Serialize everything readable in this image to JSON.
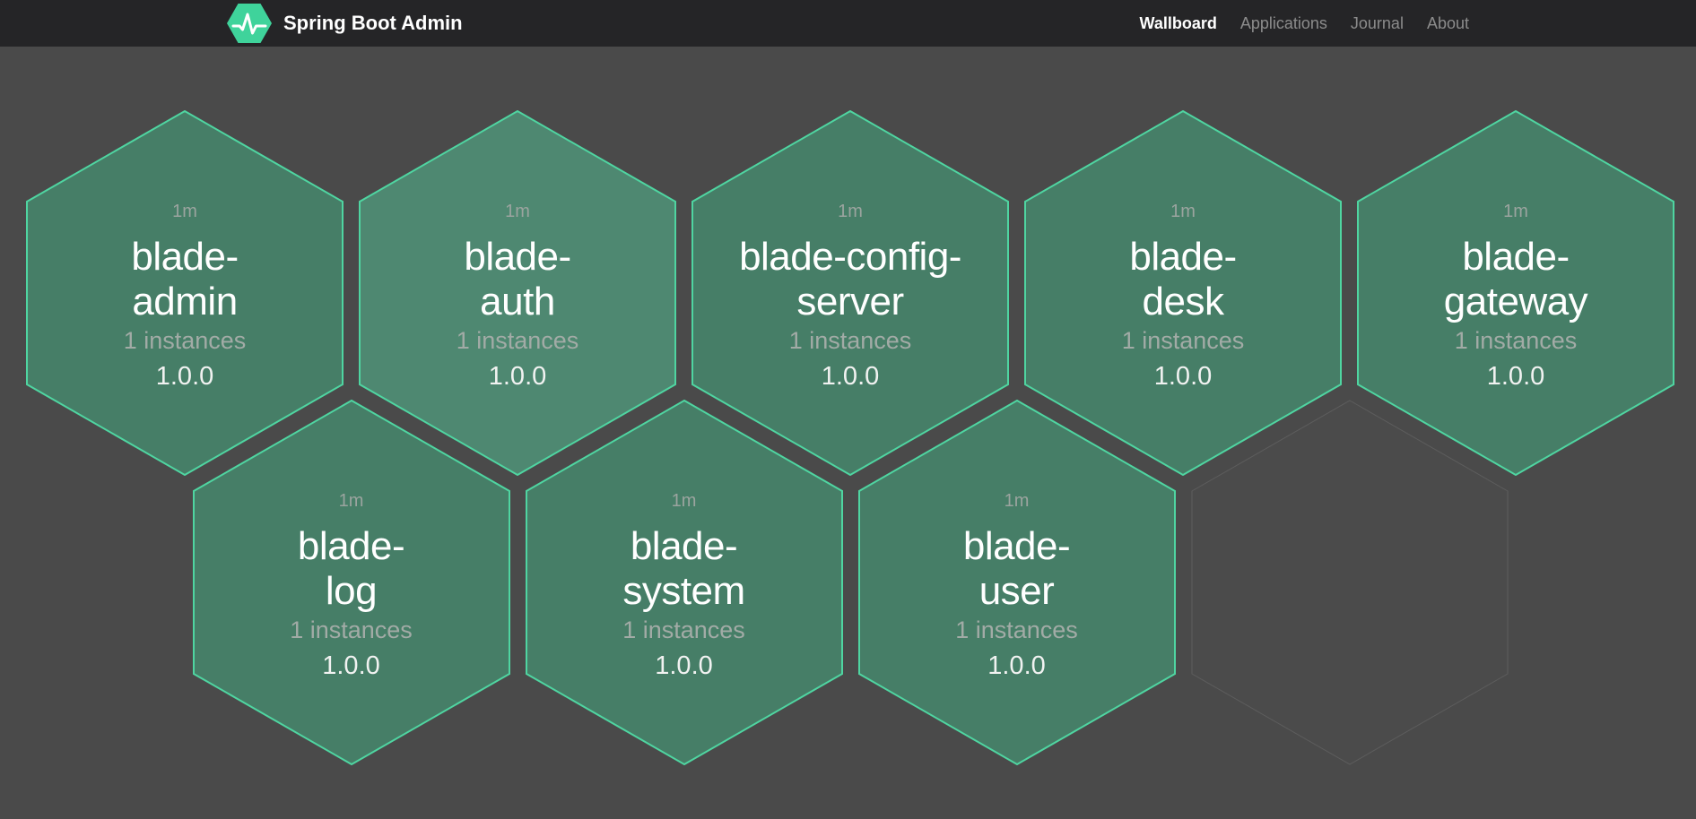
{
  "header": {
    "brand": {
      "title": "Spring Boot Admin",
      "logo_icon": "pulse-hexagon-icon"
    },
    "nav": [
      {
        "label": "Wallboard",
        "active": true
      },
      {
        "label": "Applications",
        "active": false
      },
      {
        "label": "Journal",
        "active": false
      },
      {
        "label": "About",
        "active": false
      }
    ]
  },
  "colors": {
    "page_background": "#4a4a4a",
    "header_background": "#252527",
    "brand_green": "#3fd39b",
    "tile_fill": "#467e67",
    "tile_fill_highlight": "#4e8871",
    "tile_border": "#4fd5a1",
    "ghost_tile_fill": "#4b4b4b",
    "ghost_tile_border": "#5d5d5d",
    "nav_active_color": "#ffffff",
    "nav_inactive_color": "#8c8c8c"
  },
  "wallboard": {
    "tiles": [
      {
        "name": "blade-admin",
        "name_lines": [
          "blade-",
          "admin"
        ],
        "duration": "1m",
        "instances": "1 instances",
        "version": "1.0.0",
        "row": 0,
        "col": 0,
        "ghost": false,
        "highlight": false
      },
      {
        "name": "blade-auth",
        "name_lines": [
          "blade-",
          "auth"
        ],
        "duration": "1m",
        "instances": "1 instances",
        "version": "1.0.0",
        "row": 0,
        "col": 1,
        "ghost": false,
        "highlight": true
      },
      {
        "name": "blade-config-server",
        "name_lines": [
          "blade-config-",
          "server"
        ],
        "duration": "1m",
        "instances": "1 instances",
        "version": "1.0.0",
        "row": 0,
        "col": 2,
        "ghost": false,
        "highlight": false
      },
      {
        "name": "blade-desk",
        "name_lines": [
          "blade-",
          "desk"
        ],
        "duration": "1m",
        "instances": "1 instances",
        "version": "1.0.0",
        "row": 0,
        "col": 3,
        "ghost": false,
        "highlight": false
      },
      {
        "name": "blade-gateway",
        "name_lines": [
          "blade-",
          "gateway"
        ],
        "duration": "1m",
        "instances": "1 instances",
        "version": "1.0.0",
        "row": 0,
        "col": 4,
        "ghost": false,
        "highlight": false
      },
      {
        "name": "blade-log",
        "name_lines": [
          "blade-",
          "log"
        ],
        "duration": "1m",
        "instances": "1 instances",
        "version": "1.0.0",
        "row": 1,
        "col": 0,
        "ghost": false,
        "highlight": false
      },
      {
        "name": "blade-system",
        "name_lines": [
          "blade-",
          "system"
        ],
        "duration": "1m",
        "instances": "1 instances",
        "version": "1.0.0",
        "row": 1,
        "col": 1,
        "ghost": false,
        "highlight": false
      },
      {
        "name": "blade-user",
        "name_lines": [
          "blade-",
          "user"
        ],
        "duration": "1m",
        "instances": "1 instances",
        "version": "1.0.0",
        "row": 1,
        "col": 2,
        "ghost": false,
        "highlight": false
      },
      {
        "name": "",
        "name_lines": [],
        "duration": "",
        "instances": "",
        "version": "",
        "row": 1,
        "col": 3,
        "ghost": true,
        "highlight": false
      }
    ]
  }
}
